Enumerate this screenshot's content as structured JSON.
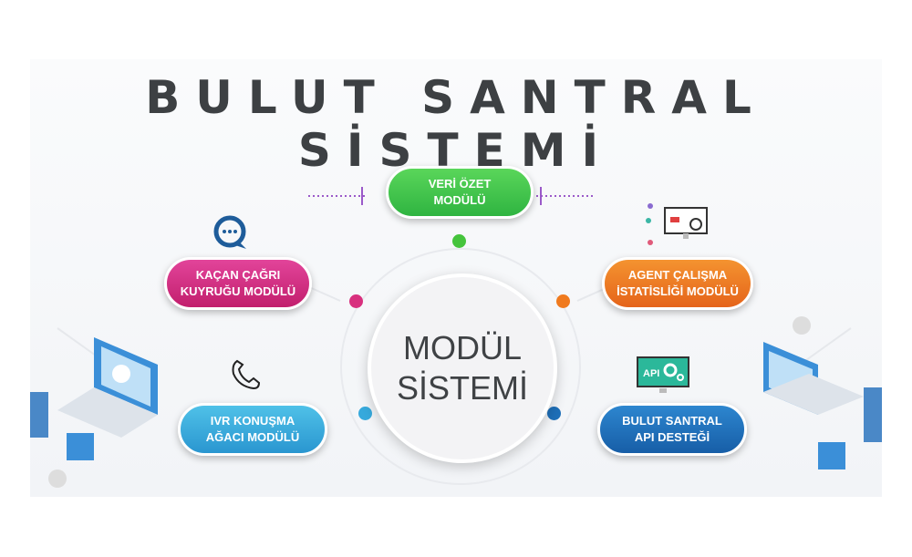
{
  "title": "BULUT SANTRAL SİSTEMİ",
  "center": {
    "line1": "MODÜL",
    "line2": "SİSTEMİ"
  },
  "modules": [
    {
      "line1": "VERİ ÖZET",
      "line2": "MODÜLÜ",
      "color": "#3cc24a"
    },
    {
      "line1": "KAÇAN ÇAĞRI",
      "line2": "KUYRUĞU MODÜLÜ",
      "color": "#d3307f"
    },
    {
      "line1": "AGENT ÇALIŞMA",
      "line2": "İSTATİSLİĞİ MODÜLÜ",
      "color": "#f07a1e"
    },
    {
      "line1": "IVR KONUŞMA",
      "line2": "AĞACI MODÜLÜ",
      "color": "#34a9dc"
    },
    {
      "line1": "BULUT SANTRAL",
      "line2": "API DESTEĞİ",
      "color": "#1e6fb8"
    }
  ],
  "api_icon_label": "API"
}
